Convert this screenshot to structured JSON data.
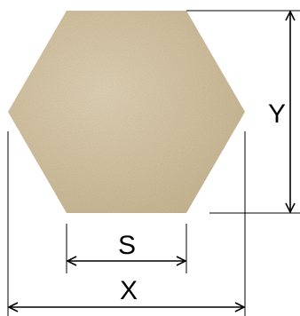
{
  "diagram": {
    "labels": {
      "s": "S",
      "x": "X",
      "y": "Y"
    },
    "colors": {
      "tile_base": "#d3c3a3",
      "tile_light": "#e2d6bc",
      "tile_dark": "#c2b08d",
      "line": "#000000",
      "background": "#ffffff"
    }
  }
}
